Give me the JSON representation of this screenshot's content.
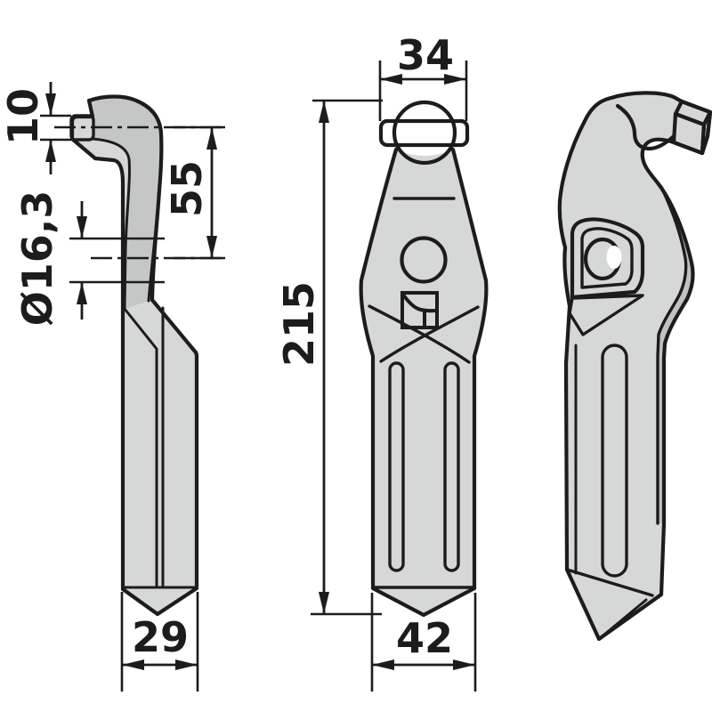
{
  "drawing": {
    "kind": "technical-drawing-three-views",
    "views": {
      "side": {
        "name": "side-view"
      },
      "front": {
        "name": "front-view"
      },
      "perspective": {
        "name": "perspective-view"
      }
    },
    "dimensions": {
      "tip_thickness": "10",
      "hook_offset": "55",
      "hole_diameter": "Ø16,3",
      "side_tip_width": "29",
      "head_width": "34",
      "total_length": "215",
      "blade_width": "42"
    },
    "colors": {
      "outline": "#1d1b1b",
      "body_light": "#d6d8d7",
      "body_medium": "#c0c2c1",
      "body_dark": "#a4a6a5",
      "body_band": "#c5c7c6",
      "body_slot": "#b1b3b2",
      "body_pad": "#e2e4e3",
      "background": "#ffffff"
    }
  }
}
